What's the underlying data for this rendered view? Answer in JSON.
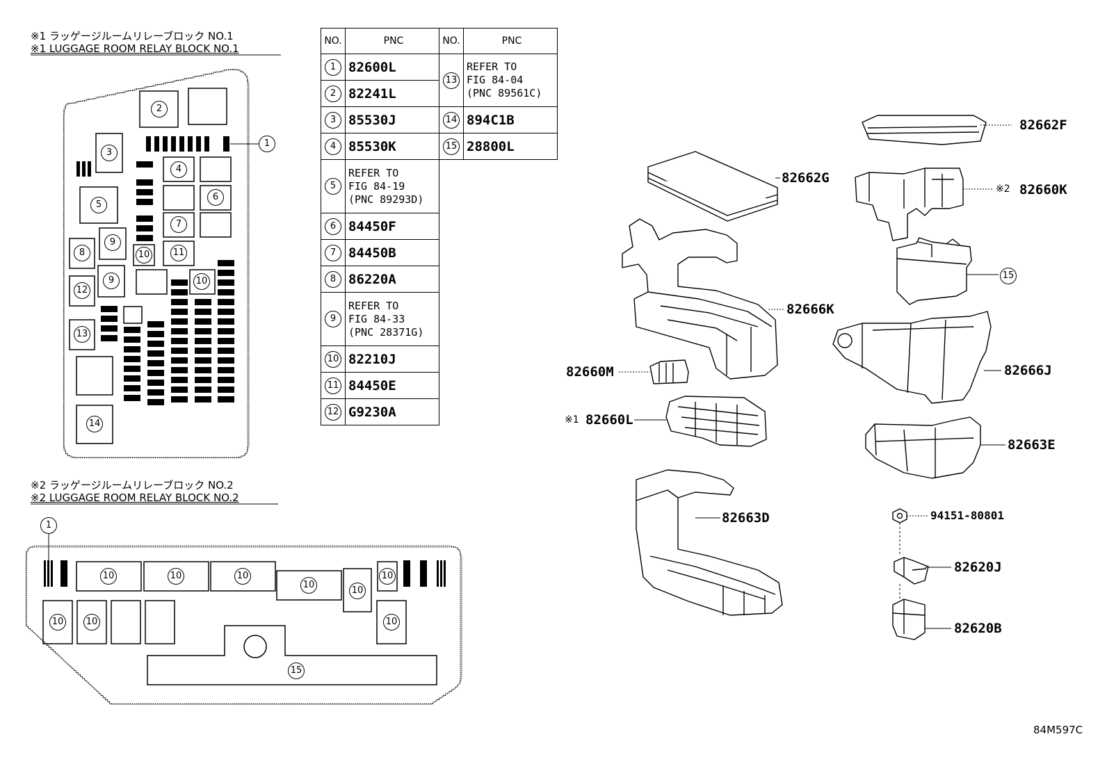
{
  "headers": {
    "block1_jp": "※1 ラッゲージルームリレーブロック NO.1",
    "block1_en": "※1 LUGGAGE ROOM RELAY BLOCK NO.1",
    "block2_jp": "※2 ラッゲージルームリレーブロック NO.2",
    "block2_en": "※2 LUGGAGE ROOM RELAY BLOCK NO.2"
  },
  "table": {
    "col_no": "NO.",
    "col_pnc": "PNC",
    "left": [
      {
        "no": "1",
        "pnc": "82600L"
      },
      {
        "no": "2",
        "pnc": "82241L"
      },
      {
        "no": "3",
        "pnc": "85530J"
      },
      {
        "no": "4",
        "pnc": "85530K"
      },
      {
        "no": "5",
        "pnc_lines": [
          "REFER TO",
          "FIG 84-19",
          "(PNC 89293D)"
        ]
      },
      {
        "no": "6",
        "pnc": "84450F"
      },
      {
        "no": "7",
        "pnc": "84450B"
      },
      {
        "no": "8",
        "pnc": "86220A"
      },
      {
        "no": "9",
        "pnc_lines": [
          "REFER TO",
          "FIG 84-33",
          "(PNC 28371G)"
        ]
      },
      {
        "no": "10",
        "pnc": "82210J"
      },
      {
        "no": "11",
        "pnc": "84450E"
      },
      {
        "no": "12",
        "pnc": "G9230A"
      }
    ],
    "right": [
      {
        "no": "13",
        "pnc_lines": [
          "REFER TO",
          "FIG 84-04",
          "(PNC 89561C)"
        ]
      },
      {
        "no": "14",
        "pnc": "894C1B"
      },
      {
        "no": "15",
        "pnc": "28800L"
      }
    ]
  },
  "block1_numbers": [
    "1",
    "2",
    "3",
    "4",
    "5",
    "6",
    "7",
    "8",
    "9",
    "10",
    "11",
    "12",
    "13",
    "14"
  ],
  "block2_numbers": [
    "1",
    "10",
    "15"
  ],
  "part_labels": {
    "p82662F": "82662F",
    "p82662G": "82662G",
    "p82660K": "82660K",
    "p82660K_mark": "※2",
    "p15": "15",
    "p82666K": "82666K",
    "p82666J": "82666J",
    "p82660M": "82660M",
    "p82660L": "82660L",
    "p82660L_mark": "※1",
    "p82663E": "82663E",
    "p82663D": "82663D",
    "p94151": "94151-80801",
    "p82620J": "82620J",
    "p82620B": "82620B"
  },
  "figure_code": "84M597C"
}
